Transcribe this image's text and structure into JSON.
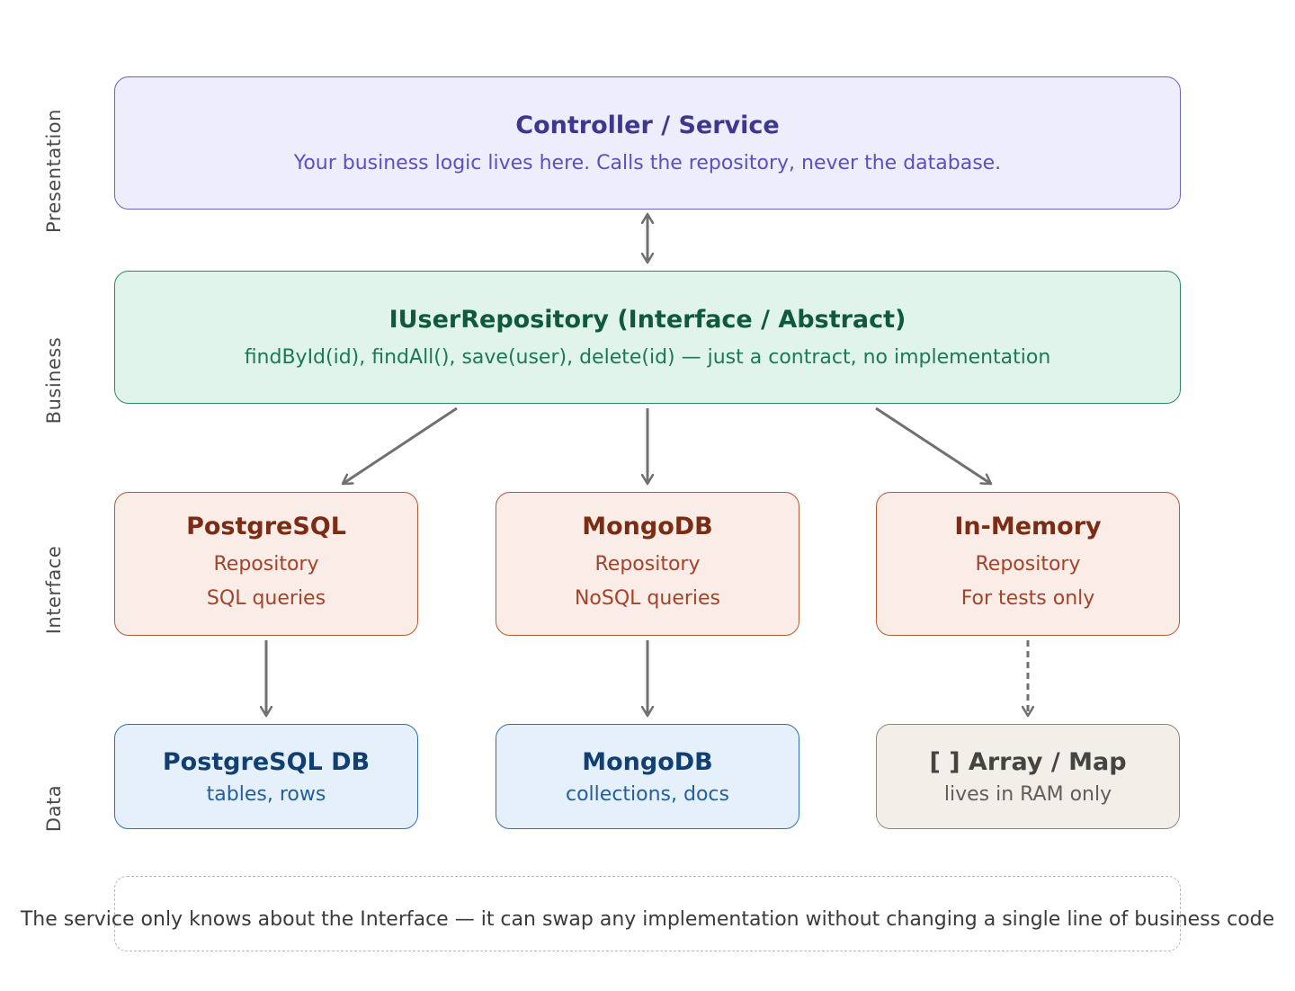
{
  "layers": {
    "presentation": "Presentation",
    "business": "Business",
    "interface": "Interface",
    "data": "Data"
  },
  "service": {
    "title": "Controller / Service",
    "subtitle": "Your business logic lives here. Calls the repository, never the database."
  },
  "repository_interface": {
    "title": "IUserRepository (Interface / Abstract)",
    "subtitle": "findById(id), findAll(), save(user), delete(id) — just a contract, no implementation"
  },
  "implementations": [
    {
      "title": "PostgreSQL",
      "line1": "Repository",
      "line2": "SQL queries"
    },
    {
      "title": "MongoDB",
      "line1": "Repository",
      "line2": "NoSQL queries"
    },
    {
      "title": "In-Memory",
      "line1": "Repository",
      "line2": "For tests only"
    }
  ],
  "stores": [
    {
      "title": "PostgreSQL DB",
      "subtitle": "tables, rows"
    },
    {
      "title": "MongoDB",
      "subtitle": "collections, docs"
    },
    {
      "title": "[ ] Array / Map",
      "subtitle": "lives in RAM only"
    }
  ],
  "footer_note": "The service only knows about the Interface — it can swap any implementation without changing a single line of business code",
  "colors": {
    "presentation": "#6b64c6",
    "business": "#2f8a62",
    "interface": "#b85a3a",
    "data": "#2f6fb0",
    "arrow": "#707070"
  }
}
